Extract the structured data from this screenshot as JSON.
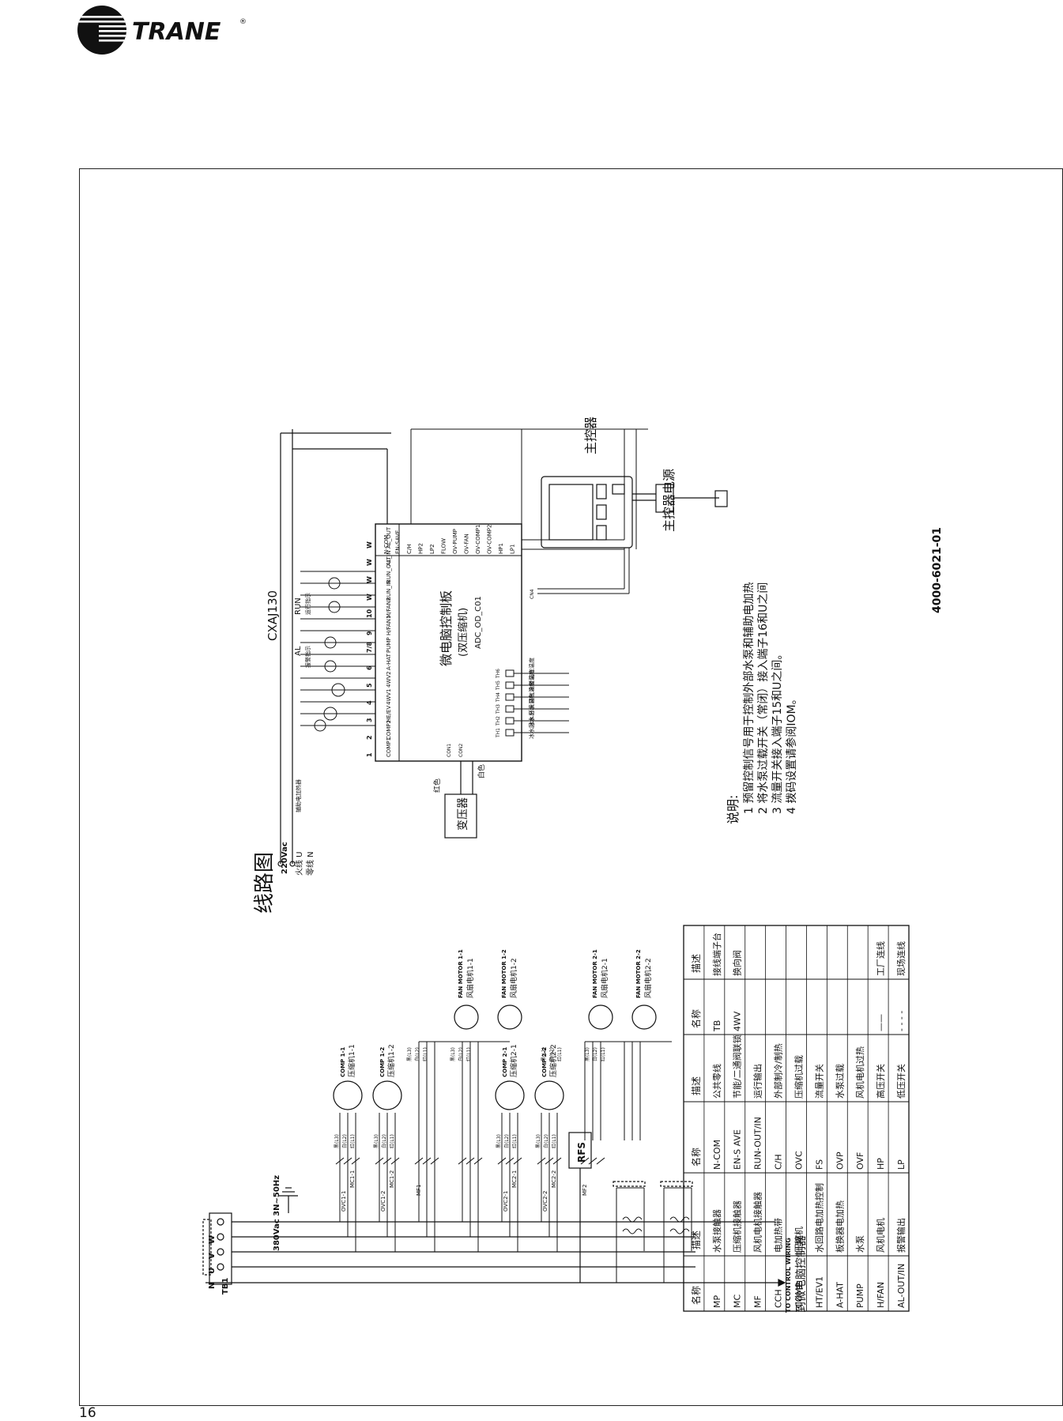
{
  "brand": {
    "name": "TRANE",
    "reg": "®"
  },
  "page_number": "16",
  "diagram": {
    "title": "线路图",
    "model": "CXAJ130",
    "doc_number": "4000-6021-01",
    "board": {
      "name": "微电脑控制板",
      "sub": "(双压缩机)",
      "code": "ADC_OD_C01"
    },
    "controller": {
      "main": "主控器",
      "power": "主控器电源",
      "to_control": "TO CONTROL WIRING",
      "to_control_cn": "到微电脑控制器"
    },
    "power": {
      "main": "380Vac 3N~50Hz",
      "aux": "220Vac",
      "live": "火线 U",
      "neutral": "零线 N",
      "terminals": [
        "N",
        "U",
        "V",
        "W"
      ],
      "tb": "TB1",
      "transformer": "变压器",
      "red": "红色",
      "white": "白色",
      "rfs": "RFS"
    },
    "left_terminals": [
      {
        "label": "COMP1",
        "num": "1"
      },
      {
        "label": "COMP2",
        "num": "2"
      },
      {
        "label": "HE/EV",
        "num": "3"
      },
      {
        "label": "4WV1",
        "num": "4"
      },
      {
        "label": "4WV2",
        "num": "5"
      },
      {
        "label": "A-HAT",
        "num": "6"
      },
      {
        "label": "PUMP",
        "num": "7/8"
      },
      {
        "label": "H/FAN1",
        "num": "9"
      },
      {
        "label": "M/FAN2",
        "num": "10"
      },
      {
        "label": "RUN_IN",
        "num": "W"
      },
      {
        "label": "RUN_OUT",
        "num": "W"
      },
      {
        "label": "AL_IN",
        "num": "W"
      },
      {
        "label": "AL_OUT",
        "num": "W"
      }
    ],
    "right_terminals": [
      "N-COM",
      "EN-SAVE",
      "C/H",
      "HP2",
      "LP2",
      "FLOW",
      "OV-PUMP",
      "OV-FAN",
      "OV-COMP1",
      "OV-COMP2",
      "HP1",
      "LP1"
    ],
    "indicators": {
      "run": "RUN",
      "run_cn": "运行指示",
      "al": "AL",
      "al_cn": "报警指示",
      "aux_heat": "辅助电加热器"
    },
    "sensors": [
      "TH1",
      "TH2",
      "TH3",
      "TH4",
      "TH5",
      "TH6"
    ],
    "sensor_labels": [
      "冰\n水\n回\n水",
      "冰\n水\n出\n水",
      "环\n境\n温\n度",
      "排\n气\n温\n度",
      "冷\n凝\n温\n度",
      "防\n冻\n温\n度"
    ],
    "connectors": [
      "CON1",
      "CON2",
      "CN4"
    ],
    "motors": [
      {
        "ovc": "OVC1-1",
        "mc": "MC1-1",
        "comp": "COMP 1-1",
        "comp_cn": "压缩机1-1"
      },
      {
        "ovc": "OVC1-2",
        "mc": "MC1-2",
        "comp": "COMP 1-2",
        "comp_cn": "压缩机1-2"
      },
      {
        "ovc": "OVC2-1",
        "mc": "MC2-1",
        "comp": "COMP 2-1",
        "comp_cn": "压缩机2-1"
      },
      {
        "ovc": "OVC2-2",
        "mc": "MC2-2",
        "comp": "COMP 2-2",
        "comp_cn": "压缩机2-2"
      }
    ],
    "fans": [
      {
        "name": "FAN MOTOR 1-1",
        "cn": "风扇电机1-1"
      },
      {
        "name": "FAN MOTOR 1-2",
        "cn": "风扇电机1-2"
      },
      {
        "name": "FAN MOTOR 2-1",
        "cn": "风扇电机2-1"
      },
      {
        "name": "FAN MOTOR 2-2",
        "cn": "风扇电机2-2"
      }
    ],
    "wire_colors": [
      "黑(L3)",
      "白(L2)",
      "红(L1)"
    ],
    "mf": [
      "MF1",
      "MF2"
    ]
  },
  "notes": {
    "title": "说明:",
    "items": [
      "1 预留控制信号用于控制外部水泵和辅助电加热",
      "2 将水泵过载开关（常闭）接入端子16和U之间",
      "3 流量开关接入端子15和U之间。",
      "4 拨码设置请参阅IOM。"
    ]
  },
  "legend": {
    "headers": [
      "名称",
      "描述",
      "名称",
      "描述",
      "名称",
      "描述"
    ],
    "rows": [
      [
        "MP",
        "水泵接触器",
        "N-COM",
        "公共零线",
        "TB",
        "接线端子台"
      ],
      [
        "MC",
        "压缩机接触器",
        "EN-S AVE",
        "节能/二通阀联锁",
        "4WV",
        "换向阀"
      ],
      [
        "MF",
        "风机电机接触器",
        "RUN-OUT/IN",
        "运行输出",
        "",
        ""
      ],
      [
        "CCH",
        "电加热带",
        "C/H",
        "外部制冷/制热",
        "",
        ""
      ],
      [
        "COMP",
        "压缩机",
        "OVC",
        "压缩机过载",
        "",
        ""
      ],
      [
        "HT/EV1",
        "水回路电加热控制",
        "FS",
        "流量开关",
        "",
        ""
      ],
      [
        "A-HAT",
        "板换器电加热",
        "OVP",
        "水泵过载",
        "",
        ""
      ],
      [
        "PUMP",
        "水泵",
        "OVF",
        "风机电机过热",
        "",
        ""
      ],
      [
        "H/FAN",
        "风机电机",
        "HP",
        "高压开关",
        "——",
        "工厂连线"
      ],
      [
        "AL-OUT/IN",
        "报警输出",
        "LP",
        "低压开关",
        "- - - -",
        "现场连线"
      ]
    ]
  }
}
